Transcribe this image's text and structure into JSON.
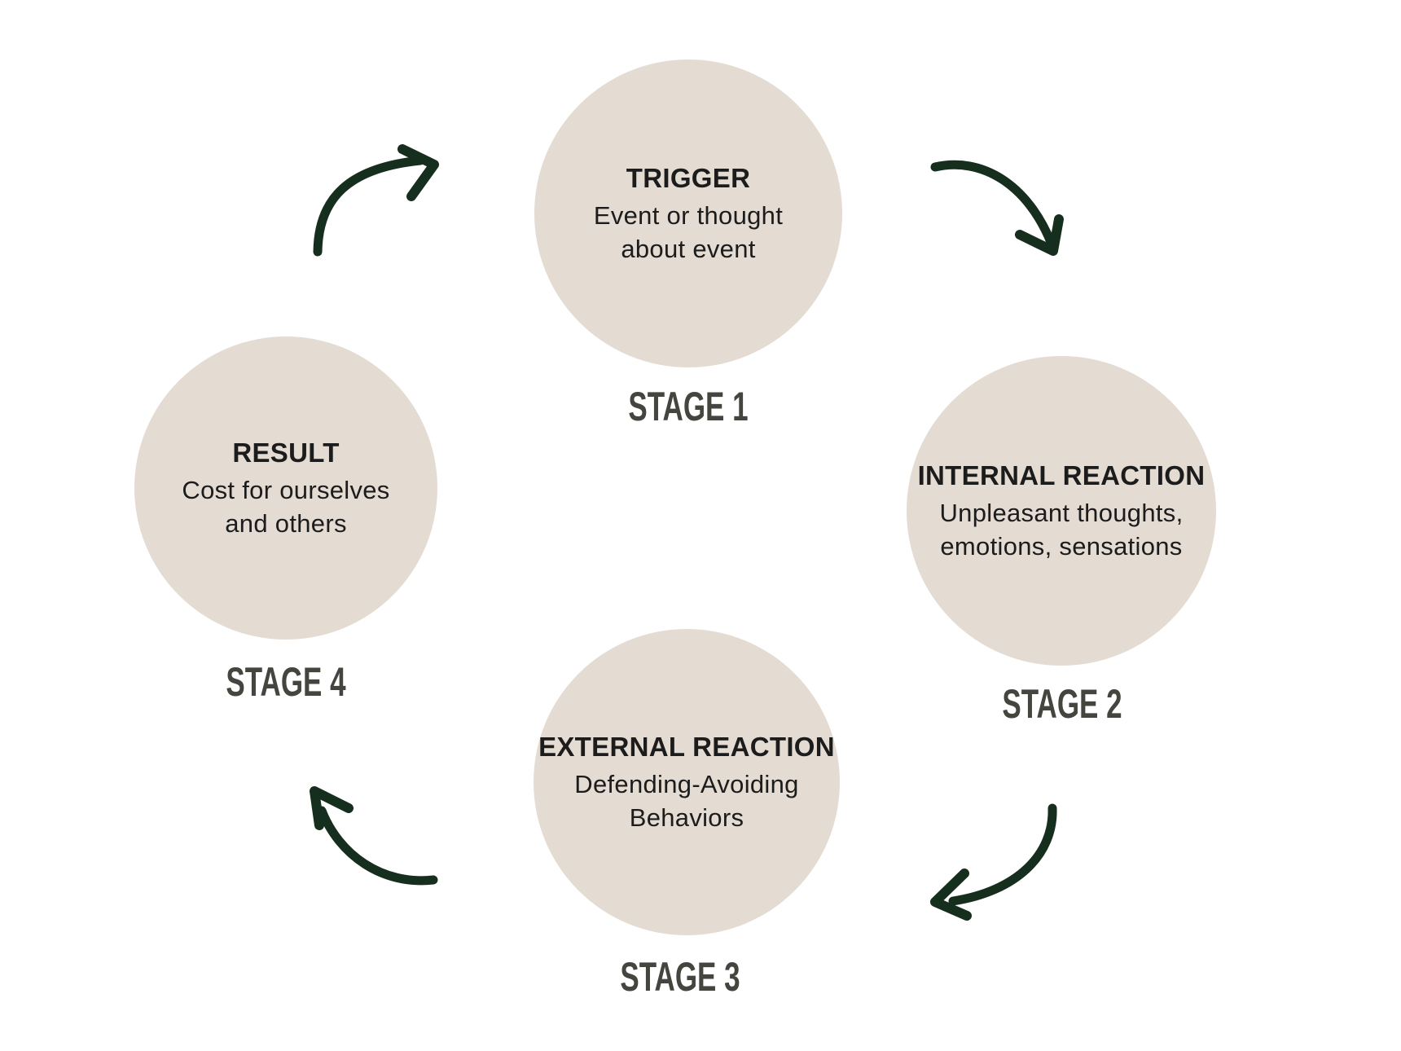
{
  "theme": {
    "background": "#ffffff",
    "circle_fill": "#e4dbd3",
    "text_color": "#1c1c1c",
    "stage_label_color": "#45453f",
    "arrow_color": "#162e1d"
  },
  "stages": [
    {
      "label": "STAGE 1",
      "heading": "TRIGGER",
      "line1": "Event or thought",
      "line2": "about event"
    },
    {
      "label": "STAGE 2",
      "heading": "INTERNAL REACTION",
      "line1": "Unpleasant thoughts,",
      "line2": "emotions, sensations"
    },
    {
      "label": "STAGE 3",
      "heading": "EXTERNAL REACTION",
      "line1": "Defending-Avoiding",
      "line2": "Behaviors"
    },
    {
      "label": "STAGE 4",
      "heading": "RESULT",
      "line1": "Cost for ourselves",
      "line2": "and others"
    }
  ],
  "arrows": [
    {
      "name": "curved-arrow-stage4-to-stage1",
      "from": "STAGE 4",
      "to": "STAGE 1"
    },
    {
      "name": "curved-arrow-stage1-to-stage2",
      "from": "STAGE 1",
      "to": "STAGE 2"
    },
    {
      "name": "curved-arrow-stage2-to-stage3",
      "from": "STAGE 2",
      "to": "STAGE 3"
    },
    {
      "name": "curved-arrow-stage3-to-stage4",
      "from": "STAGE 3",
      "to": "STAGE 4"
    }
  ]
}
